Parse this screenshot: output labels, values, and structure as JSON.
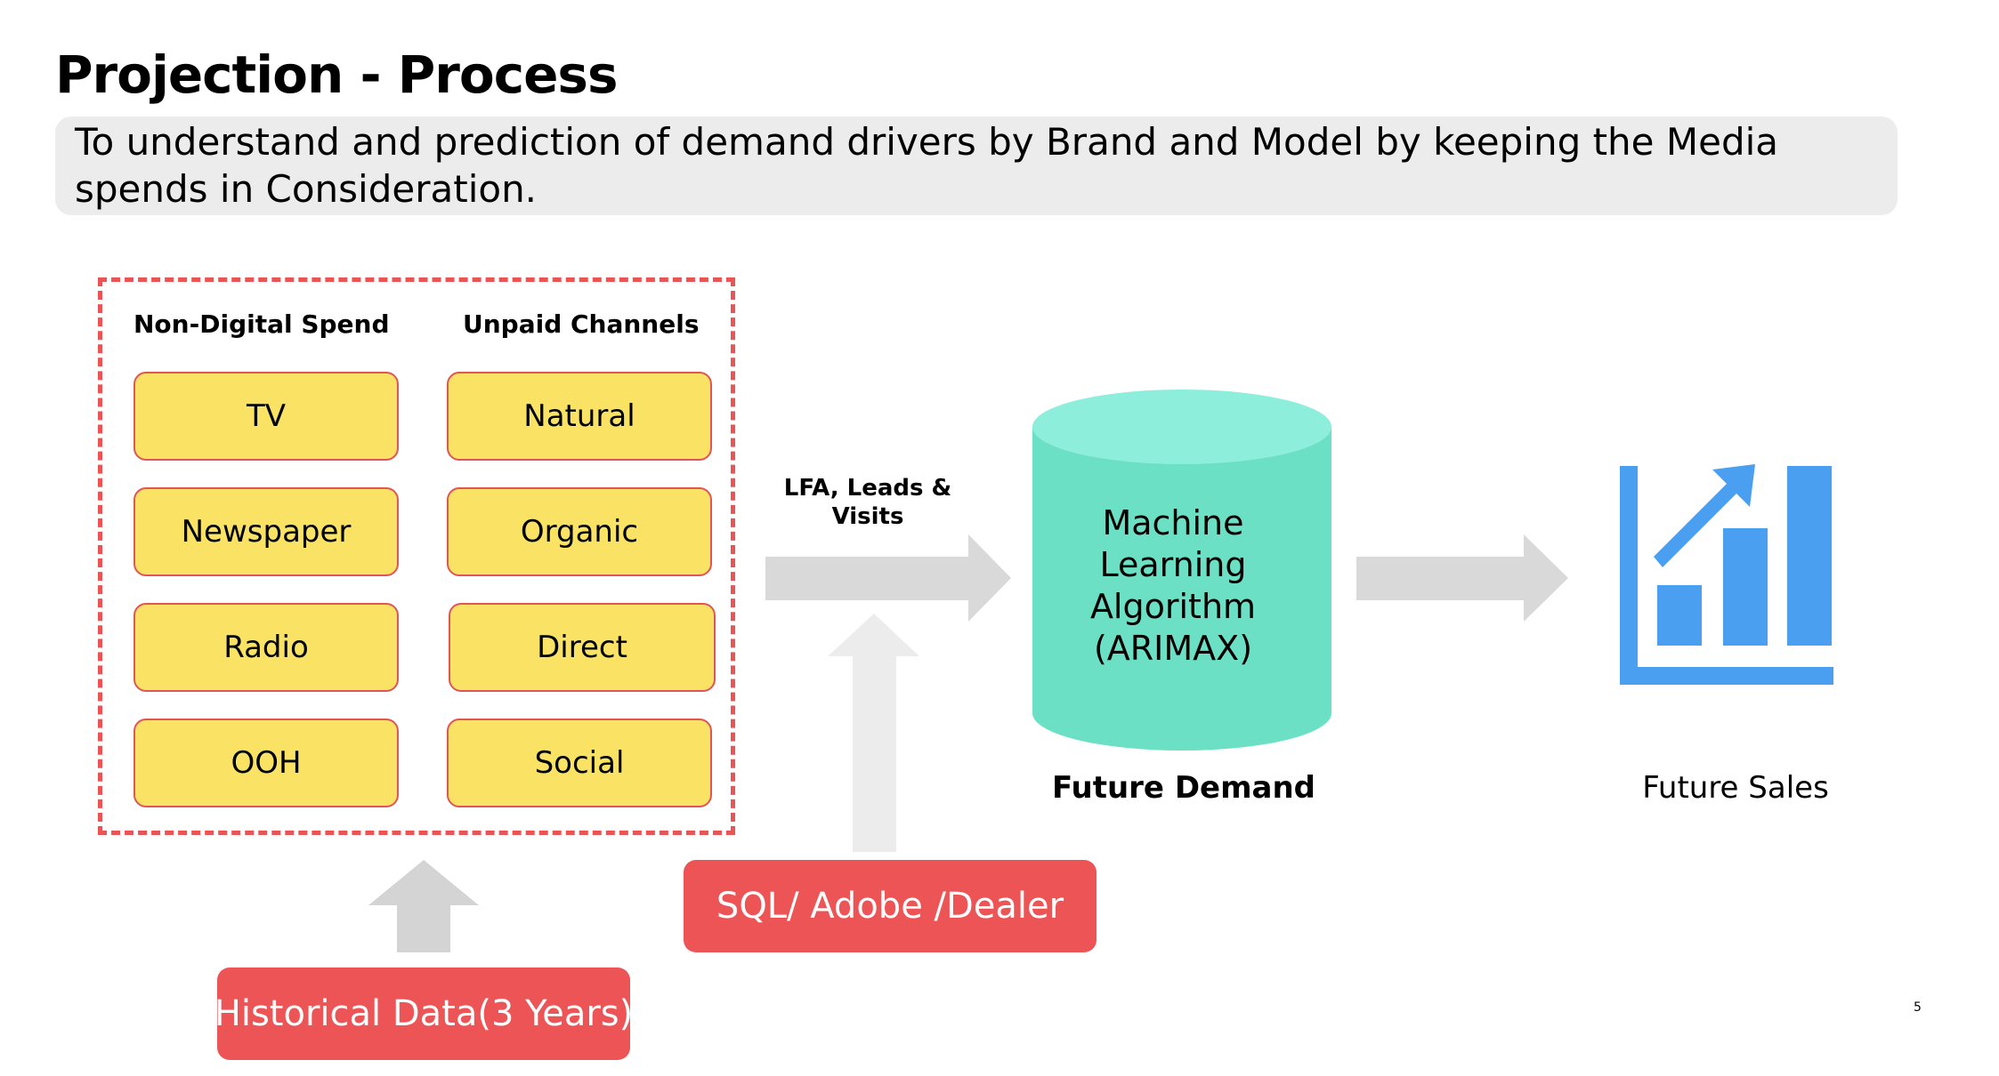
{
  "title": "Projection - Process",
  "subtitle": "To understand and prediction of demand drivers by Brand and Model by keeping the Media spends in Consideration.",
  "columns": {
    "left": {
      "heading": "Non-Digital Spend",
      "items": [
        "TV",
        "Newspaper",
        "Radio",
        "OOH"
      ]
    },
    "right": {
      "heading": "Unpaid Channels",
      "items": [
        "Natural",
        "Organic",
        "Direct",
        "Social"
      ]
    }
  },
  "sources": {
    "historical": "Historical Data(3 Years)",
    "sql": "SQL/ Adobe /Dealer"
  },
  "flow_label": "LFA, Leads & Visits",
  "model": {
    "name": "Machine Learning Algorithm (ARIMAX)",
    "caption": "Future Demand"
  },
  "output": {
    "caption": "Future Sales"
  },
  "page_number": "5",
  "colors": {
    "dashed_border": "#ea5455",
    "box_fill": "#fae264",
    "red": "#ec5456",
    "teal": "#6ce0c4",
    "teal_top": "#8deedc",
    "chart_blue": "#4a9ff0",
    "arrow_gray": "#d9d9d9"
  }
}
